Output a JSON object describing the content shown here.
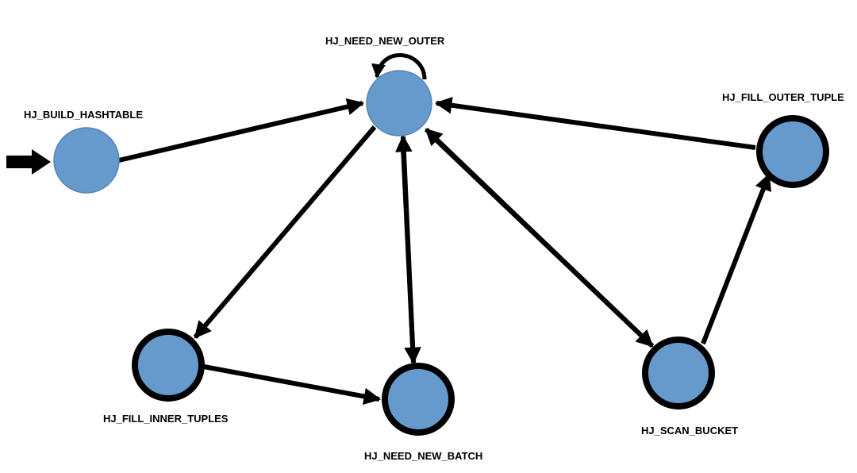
{
  "colors": {
    "node_fill": "#6699cc",
    "node_stroke_plain": "#5a85b3",
    "node_stroke_final": "#000000",
    "edge": "#000000",
    "label": "#000000",
    "background": "#ffffff"
  },
  "states": {
    "build_hashtable": {
      "label": "HJ_BUILD_HASHTABLE",
      "final": false
    },
    "need_new_outer": {
      "label": "HJ_NEED_NEW_OUTER",
      "final": false
    },
    "fill_outer_tuple": {
      "label": "HJ_FILL_OUTER_TUPLE",
      "final": true
    },
    "fill_inner_tuples": {
      "label": "HJ_FILL_INNER_TUPLES",
      "final": true
    },
    "need_new_batch": {
      "label": "HJ_NEED_NEW_BATCH",
      "final": true
    },
    "scan_bucket": {
      "label": "HJ_SCAN_BUCKET",
      "final": true
    }
  },
  "transitions": [
    {
      "from": "build_hashtable",
      "to": "need_new_outer"
    },
    {
      "from": "need_new_outer",
      "to": "need_new_outer",
      "type": "self-loop"
    },
    {
      "from": "need_new_outer",
      "to": "fill_inner_tuples"
    },
    {
      "from": "need_new_outer",
      "to": "need_new_batch"
    },
    {
      "from": "need_new_batch",
      "to": "need_new_outer"
    },
    {
      "from": "need_new_outer",
      "to": "scan_bucket"
    },
    {
      "from": "scan_bucket",
      "to": "need_new_outer"
    },
    {
      "from": "fill_inner_tuples",
      "to": "need_new_batch"
    },
    {
      "from": "scan_bucket",
      "to": "fill_outer_tuple"
    },
    {
      "from": "fill_outer_tuple",
      "to": "need_new_outer"
    }
  ],
  "start_state": "build_hashtable"
}
